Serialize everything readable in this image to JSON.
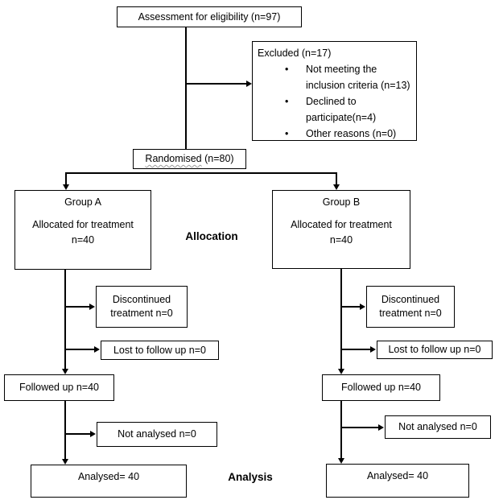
{
  "diagram": {
    "title_hint": "CONSORT participant flow diagram",
    "colors": {
      "line": "#000000",
      "text": "#000000",
      "squiggle": "#9b9b9b",
      "background": "#ffffff"
    },
    "bullet_glyph": "•",
    "assessment": {
      "label": "Assessment for eligibility (n=97)"
    },
    "excluded": {
      "title": "Excluded (n=17)",
      "bullets": [
        "Not meeting the inclusion criteria (n=13)",
        "Declined to participate(n=4)",
        "Other reasons (n=0)"
      ]
    },
    "randomised": {
      "word": "Randomised",
      "suffix": " (n=80)"
    },
    "stages": {
      "allocation": "Allocation",
      "analysis": "Analysis"
    },
    "group_a": {
      "title": "Group A",
      "line1": "Allocated for treatment",
      "line2": "n=40"
    },
    "group_b": {
      "title": "Group B",
      "line1": "Allocated for treatment",
      "line2": "n=40"
    },
    "left": {
      "discontinued": "Discontinued treatment n=0",
      "lost": "Lost to follow up n=0",
      "followed": "Followed up n=40",
      "not_analysed": "Not analysed n=0",
      "analysed": "Analysed= 40"
    },
    "right": {
      "discontinued": "Discontinued treatment n=0",
      "lost": "Lost to follow up n=0",
      "followed": "Followed up n=40",
      "not_analysed": "Not analysed n=0",
      "analysed": "Analysed= 40"
    }
  }
}
